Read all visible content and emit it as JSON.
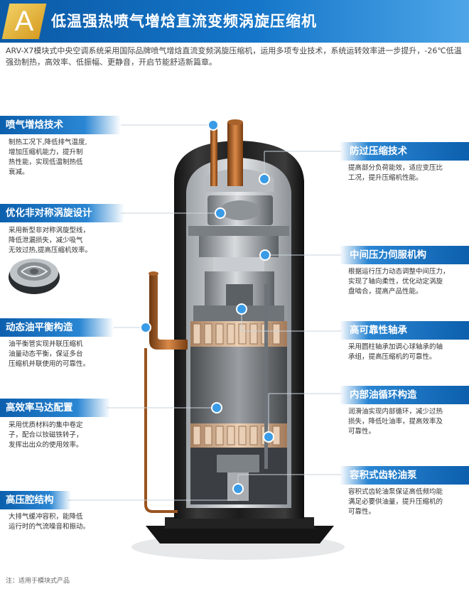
{
  "header": {
    "badge_letter": "A",
    "title": "低温强热喷气增焓直流变频涡旋压缩机"
  },
  "intro": "ARV-X7模块式中央空调系统采用国际品牌喷气增焓直流变频涡旋压缩机，运用多项专业技术，系统运转效率进一步提升，-26℃低温强劲制热，高效率、低振幅、更静音，开启节能舒适新篇章。",
  "features_left": [
    {
      "title": "喷气增焓技术",
      "desc": [
        "制热工况下,降低排气温度,",
        "增加压缩机能力，提升制",
        "热性能，实现低温制热低",
        "衰减。"
      ]
    },
    {
      "title": "优化非对称涡旋设计",
      "desc": [
        "采用新型非对称涡旋型线，",
        "降低泄漏损失，减少吸气",
        "无效过热,提高压缩机效率。"
      ]
    },
    {
      "title": "动态油平衡构造",
      "desc": [
        "油平衡管实现并联压缩机",
        "油量动态平衡，保证多台",
        "压缩机并联使用的可靠性。"
      ]
    },
    {
      "title": "高效率马达配置",
      "desc": [
        "采用优质材料的集中卷定",
        "子，配合以钕磁铁转子，",
        "发挥出出众的使用效率。"
      ]
    },
    {
      "title": "高压腔结构",
      "desc": [
        "大排气缓冲容积，能降低",
        "运行时的气流噪音和振动。"
      ]
    }
  ],
  "features_right": [
    {
      "title": "防过压缩技术",
      "desc": [
        "提高部分负荷能效，适应变压比",
        "工况，提升压缩机性能。"
      ]
    },
    {
      "title": "中间压力伺服机构",
      "desc": [
        "根据运行压力动态调整中间压力，",
        "实现了轴向柔性，优化动定涡旋",
        "盘啮合，提高产品性能。"
      ]
    },
    {
      "title": "高可靠性轴承",
      "desc": [
        "采用圆柱轴承加调心球轴承的轴",
        "承组，提高压缩机的可靠性。"
      ]
    },
    {
      "title": "内部油循环构造",
      "desc": [
        "润滑油实现内部循环，减少过热",
        "损失，降低吐油率，提高效率及",
        "可靠性。"
      ]
    },
    {
      "title": "容积式齿轮油泵",
      "desc": [
        "容积式齿轮油泵保证高低频均能",
        "满足必要供油量，提升压缩机的",
        "可靠性。"
      ]
    }
  ],
  "note": "注：适用于模块式产品",
  "colors": {
    "accent": "#0c5fad",
    "gold": "#d69c22",
    "dot": "#3a9be6"
  }
}
